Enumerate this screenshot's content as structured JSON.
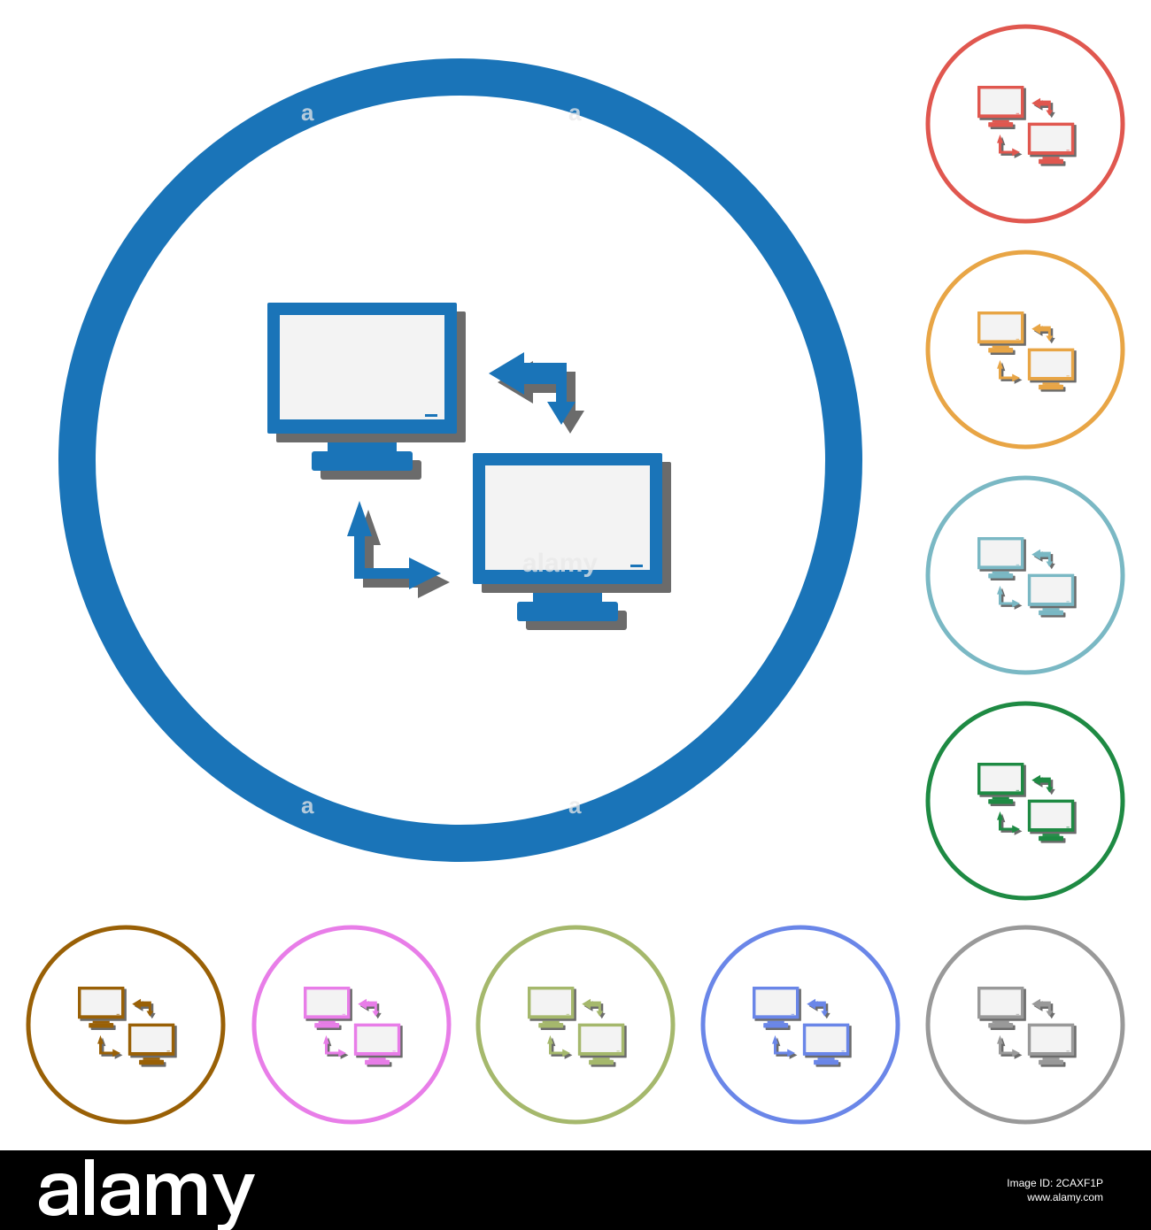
{
  "icon_sheet": {
    "subject": "two networked computer monitors with exchange arrows",
    "icon_names": [
      "computer-monitor-icon",
      "exchange-arrows-icon"
    ],
    "main_color": "#1a74b8",
    "shadow_color": "#6b6b6b",
    "variant_colors": [
      {
        "name": "red",
        "hex": "#e0574f"
      },
      {
        "name": "orange",
        "hex": "#e8a545"
      },
      {
        "name": "teal",
        "hex": "#7ab8c4"
      },
      {
        "name": "green",
        "hex": "#1e8a43"
      },
      {
        "name": "brown",
        "hex": "#996006"
      },
      {
        "name": "pink",
        "hex": "#e87de8"
      },
      {
        "name": "olive",
        "hex": "#a5b86c"
      },
      {
        "name": "blue",
        "hex": "#6a86e8"
      },
      {
        "name": "gray",
        "hex": "#999999"
      }
    ]
  },
  "watermark": {
    "letter": "a",
    "word": "alamy"
  },
  "footer": {
    "logo_text": "alamy",
    "image_id_label": "Image ID: 2CAXF1P",
    "site": "www.alamy.com"
  }
}
